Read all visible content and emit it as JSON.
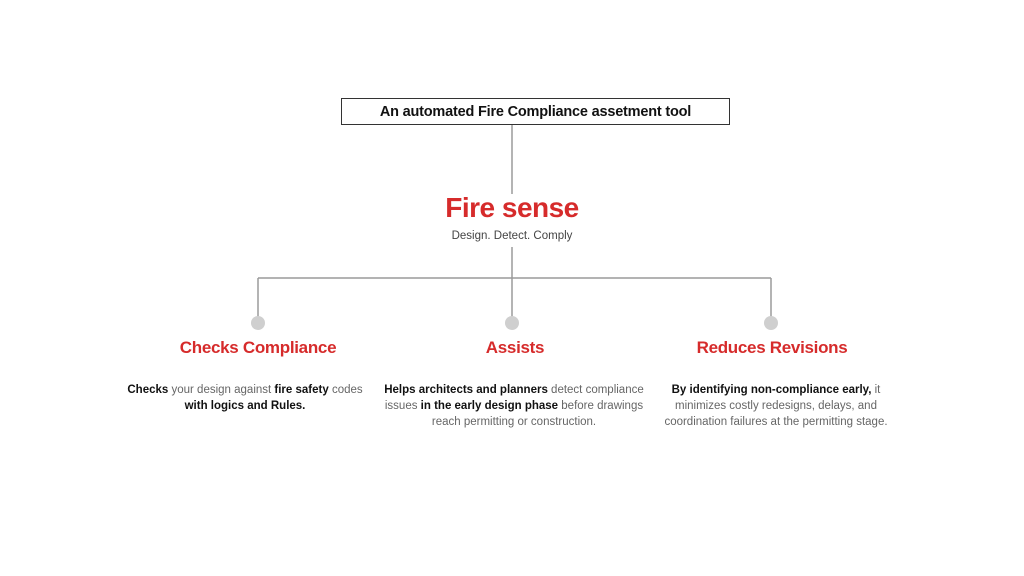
{
  "colors": {
    "accent": "#d62b2b",
    "line": "#9a9a9a",
    "node": "#cfcfcf",
    "muted_text": "#666666",
    "strong_text": "#111111"
  },
  "top_box": {
    "label": "An automated Fire Compliance assetment tool"
  },
  "center": {
    "title": "Fire sense",
    "tagline": "Design. Detect. Comply"
  },
  "columns": [
    {
      "title": "Checks Compliance",
      "description": [
        {
          "text": "Checks",
          "bold": true
        },
        {
          "text": " your design against ",
          "bold": false
        },
        {
          "text": "fire safety",
          "bold": true
        },
        {
          "text": " codes ",
          "bold": false
        },
        {
          "text": "with logics and Rules.",
          "bold": true
        }
      ]
    },
    {
      "title": "Assists",
      "description": [
        {
          "text": "Helps architects and planners",
          "bold": true
        },
        {
          "text": " detect compliance issues ",
          "bold": false
        },
        {
          "text": "in the early design phase",
          "bold": true
        },
        {
          "text": " before drawings reach permitting or construction.",
          "bold": false
        }
      ]
    },
    {
      "title": "Reduces Revisions",
      "description": [
        {
          "text": "By identifying non-compliance early,",
          "bold": true
        },
        {
          "text": " it minimizes costly redesigns, delays, and coordination failures at the permitting stage.",
          "bold": false
        }
      ]
    }
  ]
}
